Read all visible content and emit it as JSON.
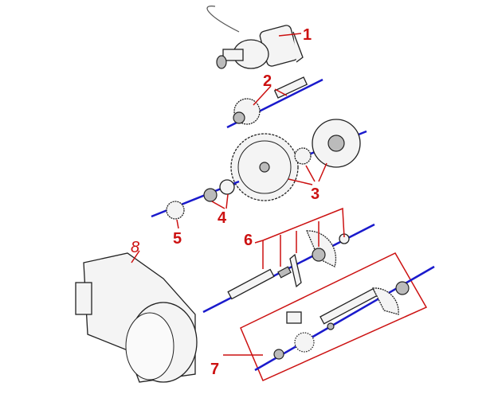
{
  "diagram": {
    "labels": {
      "starter_motor": "1",
      "drive_shaft": "2",
      "gear_set": "3",
      "washers": "4",
      "small_gear": "5",
      "shaft_assembly_a": "6",
      "shaft_assembly_b": "7",
      "cover": "8"
    },
    "colors": {
      "label": "#cc1111",
      "axis": "#1a1acc",
      "outline": "#222222"
    }
  }
}
